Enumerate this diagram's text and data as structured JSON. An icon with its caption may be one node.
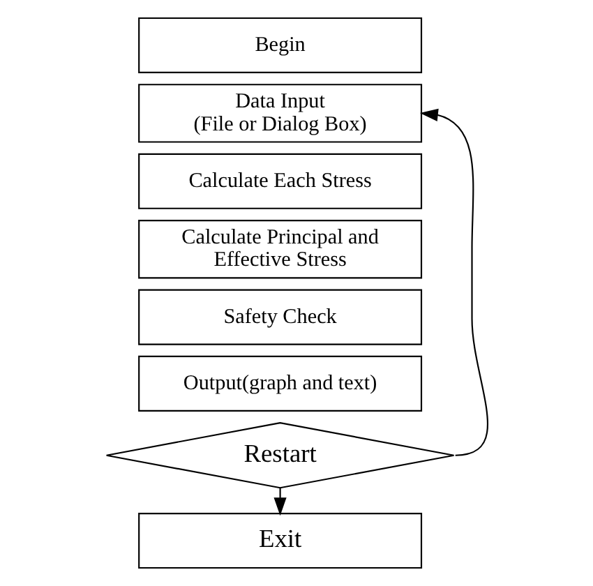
{
  "diagram": {
    "nodes": [
      {
        "text": [
          "Begin"
        ]
      },
      {
        "text": [
          "Data Input (File or Dialog Box)"
        ]
      },
      {
        "text": [
          "Calculate Each Stress"
        ]
      },
      {
        "text": [
          "Calculate Principal and Effective Stress"
        ]
      },
      {
        "text": [
          "Safety Check"
        ]
      },
      {
        "text": [
          "Output(graph and text)"
        ]
      },
      {
        "text": [
          "Restart"
        ]
      },
      {
        "text": [
          "Exit"
        ]
      }
    ],
    "edges": [
      {
        "from": 6,
        "to": 1,
        "arrow": "to"
      },
      {
        "from": 6,
        "to": 7,
        "arrow": "to"
      }
    ]
  }
}
